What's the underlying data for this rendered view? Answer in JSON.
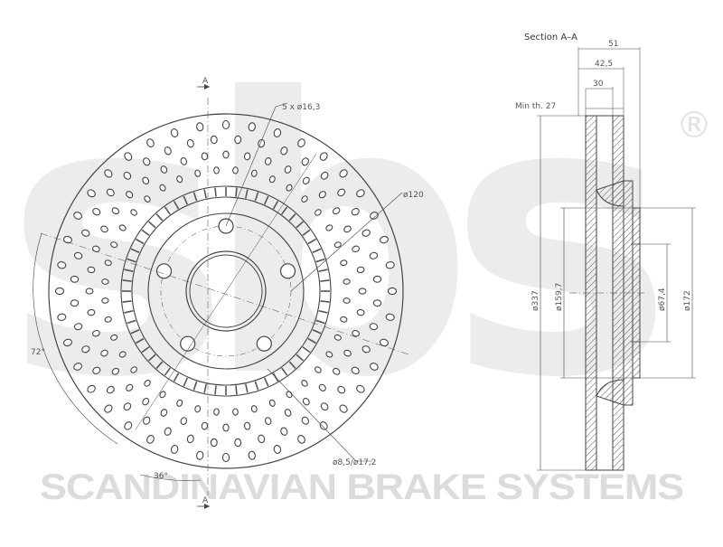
{
  "watermark": {
    "logo_text": "sbs",
    "registered_mark": "®",
    "company_name": "SCANDINAVIAN BRAKE SYSTEMS"
  },
  "front_view": {
    "section_marker_top": "A",
    "section_marker_bottom": "A",
    "bolt_holes_label": "5 x ø16,3",
    "pcd_label": "ø120",
    "cross_drill_label": "ø8,5/ø17,2",
    "angle_72_label": "72°",
    "angle_36_label": "36°"
  },
  "section_view": {
    "title": "Section A–A",
    "overall_height_label": "51",
    "hat_depth_label": "42,5",
    "disc_thickness_label": "30",
    "min_thickness_label": "Min th. 27",
    "outer_diameter_label": "ø337",
    "hat_diameter_label": "ø159,7",
    "center_bore_label": "ø67,4",
    "hub_diameter_label": "ø172"
  },
  "colors": {
    "line": "#444444",
    "hatch": "#666666",
    "watermark": "#dcdcdc"
  }
}
